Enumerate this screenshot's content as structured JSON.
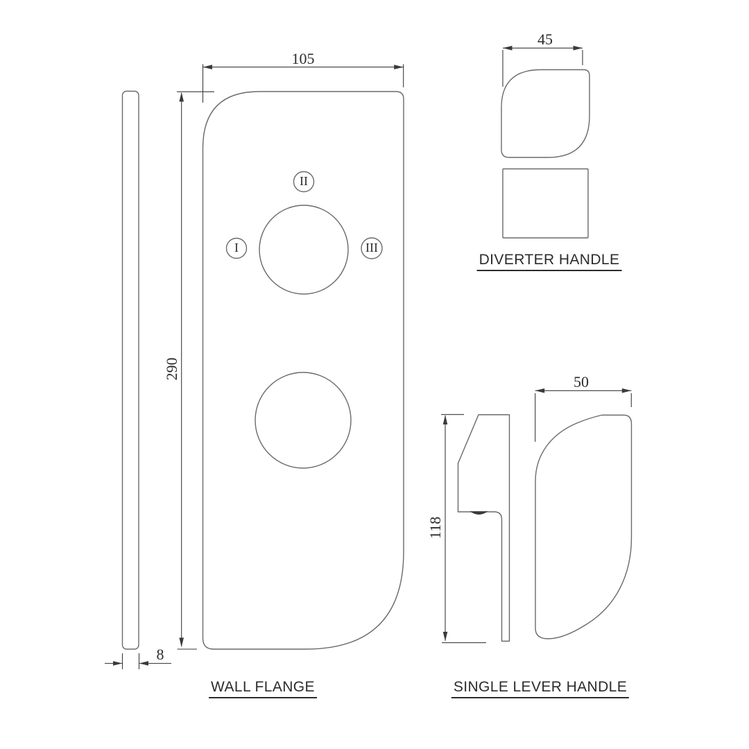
{
  "drawing_type": "technical-dimension-drawing",
  "views": {
    "wall_flange": {
      "label": "WALL FLANGE",
      "width_dim": "105",
      "height_dim": "290",
      "thickness_dim": "8",
      "port_labels": [
        "I",
        "II",
        "III"
      ]
    },
    "diverter_handle": {
      "label": "DIVERTER HANDLE",
      "width_dim": "45"
    },
    "single_lever_handle": {
      "label": "SINGLE LEVER HANDLE",
      "height_dim": "118",
      "width_dim": "50"
    }
  },
  "colors": {
    "outline": "#6a6a6a",
    "dimension": "#3a3a3a",
    "text": "#2b2b2b",
    "background": "#ffffff"
  }
}
